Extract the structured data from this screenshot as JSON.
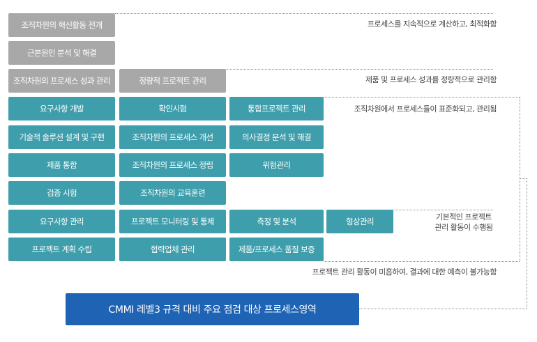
{
  "level5": {
    "boxes": [
      "조직차원의 혁신활동 전개",
      "근본원인 분석 및 해결"
    ],
    "note": "프로세스를 지속적으로 계산하고, 최적화함"
  },
  "level4": {
    "boxes": [
      "조직차원의 프로세스 성과 관리",
      "정량적 프로젝트 관리"
    ],
    "note": "제품 및 프로세스 성과를 정량적으로 관리함"
  },
  "level3": {
    "col1": [
      "요구사항 개발",
      "기술적 솔루션 설계 및 구현",
      "제품 통합",
      "검증 시험"
    ],
    "col2": [
      "확인시험",
      "조직차원의 프로세스 개선",
      "조직차원의 프로세스 정립",
      "조직차원의 교육훈련"
    ],
    "col3": [
      "통합프로젝트 관리",
      "의사결정 분석 및 해결",
      "위험관리"
    ],
    "note": "조직차원에서 프로세스들이 표준화되고, 관리됨"
  },
  "level2": {
    "row1": [
      "요구사항 관리",
      "프로젝트 모니터링 및 통제",
      "측정 및 분석",
      "형상관리"
    ],
    "row2": [
      "프로젝트 계획 수립",
      "협력업체 관리",
      "제품/프로세스 품질 보증"
    ],
    "note_line1": "기본적인 프로젝트",
    "note_line2": "관리 활동이 수행됨"
  },
  "level1": {
    "note": "프로젝트 관리 활동이 미흡하여, 결과에 대한 예측이 불가능함"
  },
  "title": "CMMI 레벨3 규격 대비 주요 점검 대상 프로세스영역",
  "colors": {
    "gray": "#a8a8a8",
    "teal": "#3f9eac",
    "title_bg": "#1e63b4",
    "dotted": "#8a8a8a"
  }
}
